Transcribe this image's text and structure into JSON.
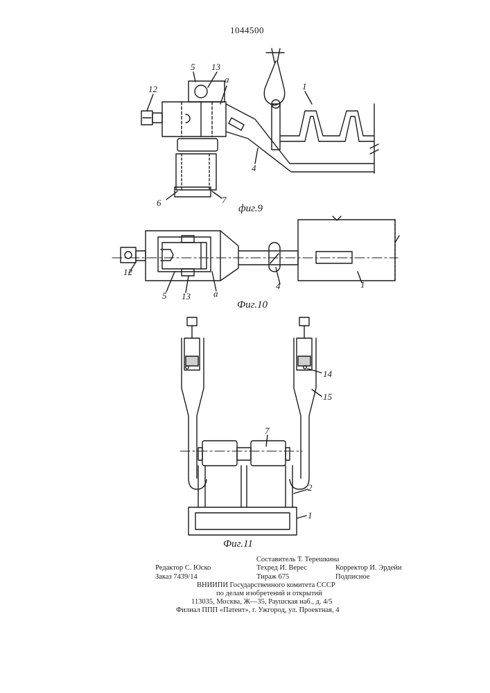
{
  "header": {
    "patent_number": "1044500"
  },
  "figures": {
    "fig9": {
      "caption": "фиг.9",
      "labels": {
        "l5": "5",
        "l13": "13",
        "la": "а",
        "l12": "12",
        "l1": "1",
        "l4": "4",
        "l6": "6",
        "l7": "7"
      }
    },
    "fig10": {
      "caption": "Фиг.10",
      "labels": {
        "l12": "12",
        "l5": "5",
        "l13": "13",
        "la": "а",
        "l4": "4",
        "l1": "1"
      }
    },
    "fig11": {
      "caption": "Фиг.11",
      "labels": {
        "l14": "14",
        "l15": "15",
        "l7": "7",
        "l2": "2",
        "l1": "1"
      }
    }
  },
  "imprint": {
    "editor": "Редактор С. Юско",
    "order": "Заказ 7439/14",
    "compiler": "Составитель Т. Терешкина",
    "techred": "Техред И. Верес",
    "circulation": "Тираж 675",
    "corrector": "Корректор И. Эрдейи",
    "subscription": "Подписное",
    "org1": "ВНИИПИ Государственного комитета СССР",
    "org2": "по делам изобретений и открытий",
    "address": "113035, Москва, Ж—35, Раушская наб., д. 4/5",
    "branch": "Филиал ППП «Патент», г. Ужгород, ул. Проектная, 4"
  }
}
